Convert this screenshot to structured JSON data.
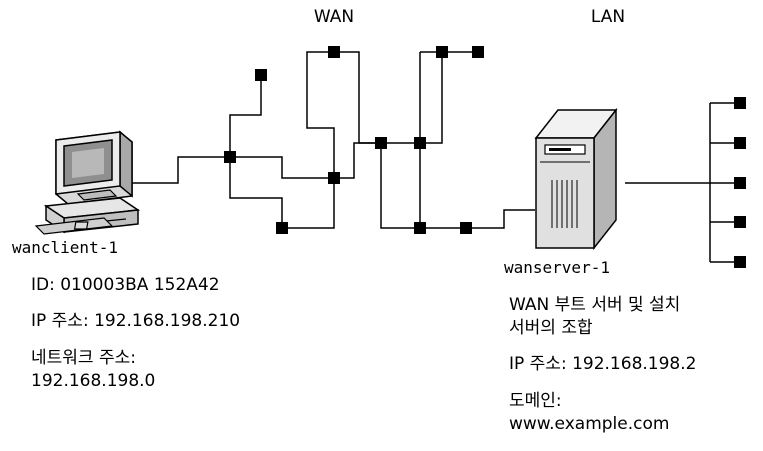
{
  "labels": {
    "wan": "WAN",
    "lan": "LAN"
  },
  "client": {
    "hostname": "wanclient-1",
    "id": "ID: 010003BA 152A42",
    "ip": "IP 주소: 192.168.198.210",
    "network_label": "네트워크 주소:",
    "network_value": "192.168.198.0"
  },
  "server": {
    "hostname": "wanserver-1",
    "role_line1": "WAN 부트 서버 및 설치",
    "role_line2": "서버의 조합",
    "ip": "IP 주소: 192.168.198.2",
    "domain_label": "도메인:",
    "domain_value": "www.example.com"
  },
  "icons": {
    "client": "desktop-computer-icon",
    "server": "tower-server-icon"
  }
}
